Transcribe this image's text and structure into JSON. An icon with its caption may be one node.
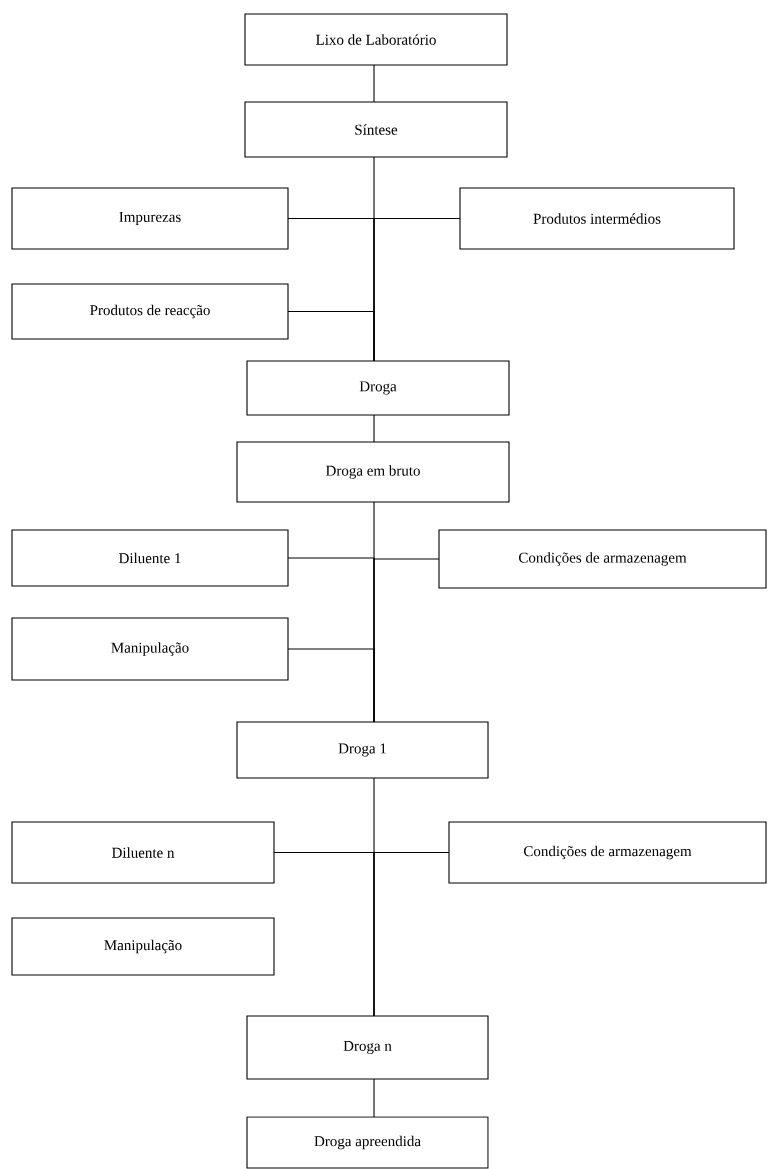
{
  "diagram": {
    "nodes": [
      {
        "text": [
          "Lixo de Laboratório"
        ]
      },
      {
        "text": [
          "Síntese"
        ]
      },
      {
        "text": [
          "Impurezas"
        ]
      },
      {
        "text": [
          "Produtos intermédios"
        ]
      },
      {
        "text": [
          "Produtos de reacção"
        ]
      },
      {
        "text": [
          "Droga"
        ]
      },
      {
        "text": [
          "Droga em bruto"
        ]
      },
      {
        "text": [
          "Diluente 1"
        ]
      },
      {
        "text": [
          "Condições de armazenagem"
        ]
      },
      {
        "text": [
          "Manipulação"
        ]
      },
      {
        "text": [
          "Droga 1"
        ]
      },
      {
        "text": [
          "Diluente n"
        ]
      },
      {
        "text": [
          "Condições de armazenagem"
        ]
      },
      {
        "text": [
          "Manipulação"
        ]
      },
      {
        "text": [
          "Droga n"
        ]
      },
      {
        "text": [
          "Droga apreendida"
        ]
      }
    ],
    "edges": [
      {
        "from": 0,
        "to": 1,
        "arrow": "none"
      },
      {
        "from": 1,
        "to": 5,
        "arrow": "none"
      },
      {
        "from": 2,
        "to": 5,
        "arrow": "none"
      },
      {
        "from": 3,
        "to": 5,
        "arrow": "none"
      },
      {
        "from": 4,
        "to": 5,
        "arrow": "none"
      },
      {
        "from": 5,
        "to": 6,
        "arrow": "none"
      },
      {
        "from": 6,
        "to": 10,
        "arrow": "none"
      },
      {
        "from": 7,
        "to": 10,
        "arrow": "none"
      },
      {
        "from": 8,
        "to": 10,
        "arrow": "none"
      },
      {
        "from": 9,
        "to": 10,
        "arrow": "none"
      },
      {
        "from": 10,
        "to": 14,
        "arrow": "none"
      },
      {
        "from": 11,
        "to": 14,
        "arrow": "none"
      },
      {
        "from": 12,
        "to": 14,
        "arrow": "none"
      },
      {
        "from": 14,
        "to": 15,
        "arrow": "none"
      }
    ]
  }
}
